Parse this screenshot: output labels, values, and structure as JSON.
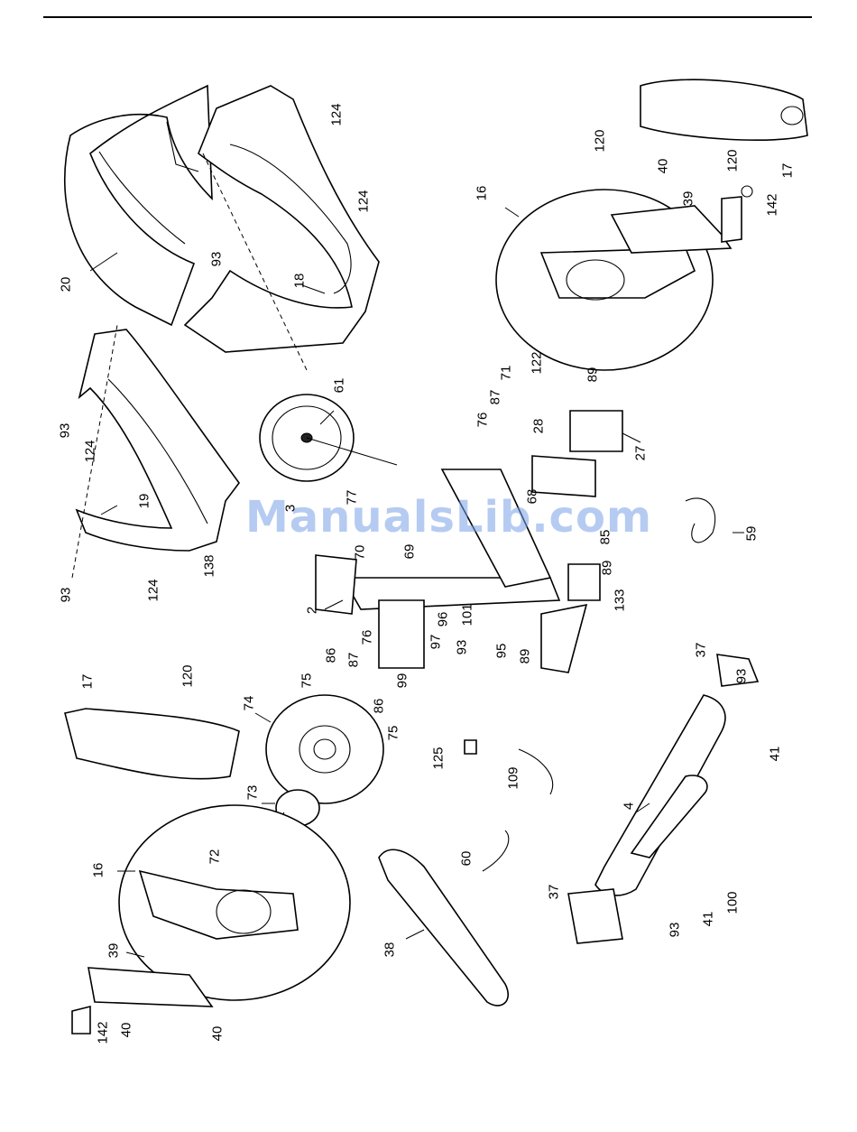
{
  "watermark": "ManualsLib.com",
  "callouts": [
    {
      "id": "c124a",
      "text": "124"
    },
    {
      "id": "c124b",
      "text": "124"
    },
    {
      "id": "c120a",
      "text": "120"
    },
    {
      "id": "c40a",
      "text": "40"
    },
    {
      "id": "c120b",
      "text": "120"
    },
    {
      "id": "c17a",
      "text": "17"
    },
    {
      "id": "c142a",
      "text": "142"
    },
    {
      "id": "c16a",
      "text": "16"
    },
    {
      "id": "c39a",
      "text": "39"
    },
    {
      "id": "c20",
      "text": "20"
    },
    {
      "id": "c93a",
      "text": "93"
    },
    {
      "id": "c18",
      "text": "18"
    },
    {
      "id": "c122",
      "text": "122"
    },
    {
      "id": "c71",
      "text": "71"
    },
    {
      "id": "c89a",
      "text": "89"
    },
    {
      "id": "c87a",
      "text": "87"
    },
    {
      "id": "c61",
      "text": "61"
    },
    {
      "id": "c76a",
      "text": "76"
    },
    {
      "id": "c28",
      "text": "28"
    },
    {
      "id": "c27",
      "text": "27"
    },
    {
      "id": "c93b",
      "text": "93"
    },
    {
      "id": "c124c",
      "text": "124"
    },
    {
      "id": "c19",
      "text": "19"
    },
    {
      "id": "c77",
      "text": "77"
    },
    {
      "id": "c68",
      "text": "68"
    },
    {
      "id": "c3",
      "text": "3"
    },
    {
      "id": "c85",
      "text": "85"
    },
    {
      "id": "c59",
      "text": "59"
    },
    {
      "id": "c70",
      "text": "70"
    },
    {
      "id": "c69",
      "text": "69"
    },
    {
      "id": "c89b",
      "text": "89"
    },
    {
      "id": "c138",
      "text": "138"
    },
    {
      "id": "c93c",
      "text": "93"
    },
    {
      "id": "c124d",
      "text": "124"
    },
    {
      "id": "c2",
      "text": "2"
    },
    {
      "id": "c133",
      "text": "133"
    },
    {
      "id": "c96",
      "text": "96"
    },
    {
      "id": "c101",
      "text": "101"
    },
    {
      "id": "c97",
      "text": "97"
    },
    {
      "id": "c93d",
      "text": "93"
    },
    {
      "id": "c95",
      "text": "95"
    },
    {
      "id": "c89c",
      "text": "89"
    },
    {
      "id": "c76b",
      "text": "76"
    },
    {
      "id": "c86a",
      "text": "86"
    },
    {
      "id": "c87b",
      "text": "87"
    },
    {
      "id": "c75a",
      "text": "75"
    },
    {
      "id": "c99",
      "text": "99"
    },
    {
      "id": "c120c",
      "text": "120"
    },
    {
      "id": "c17b",
      "text": "17"
    },
    {
      "id": "c74",
      "text": "74"
    },
    {
      "id": "c86b",
      "text": "86"
    },
    {
      "id": "c75b",
      "text": "75"
    },
    {
      "id": "c37a",
      "text": "37"
    },
    {
      "id": "c93e",
      "text": "93"
    },
    {
      "id": "c41a",
      "text": "41"
    },
    {
      "id": "c125",
      "text": "125"
    },
    {
      "id": "c109",
      "text": "109"
    },
    {
      "id": "c73",
      "text": "73"
    },
    {
      "id": "c4",
      "text": "4"
    },
    {
      "id": "c72",
      "text": "72"
    },
    {
      "id": "c60",
      "text": "60"
    },
    {
      "id": "c16b",
      "text": "16"
    },
    {
      "id": "c37b",
      "text": "37"
    },
    {
      "id": "c100",
      "text": "100"
    },
    {
      "id": "c41b",
      "text": "41"
    },
    {
      "id": "c93f",
      "text": "93"
    },
    {
      "id": "c38",
      "text": "38"
    },
    {
      "id": "c39b",
      "text": "39"
    },
    {
      "id": "c40b",
      "text": "40"
    },
    {
      "id": "c142b",
      "text": "142"
    },
    {
      "id": "c40c",
      "text": "40"
    }
  ]
}
